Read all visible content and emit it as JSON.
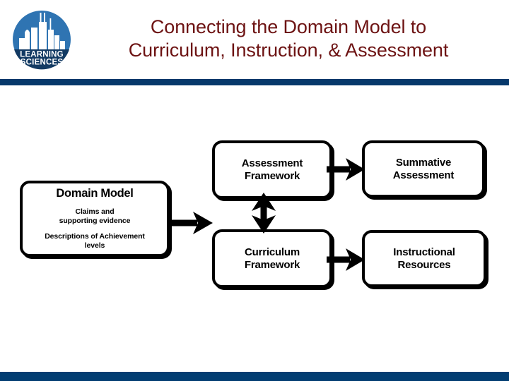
{
  "slide": {
    "title_lines": [
      "Connecting the Domain Model to",
      "Curriculum, Instruction, & Assessment"
    ],
    "title_color": "#6d1313",
    "rule_color": "#06386b",
    "footer_color": "#023d72",
    "background": "#ffffff"
  },
  "logo": {
    "name": "learning-sciences-logo",
    "line1": "LEARNING",
    "line2": "SCIENCES",
    "skyline_color": "#2b6fae",
    "band_color": "#0f3963",
    "text_color": "#ffffff"
  },
  "diagram": {
    "type": "flowchart",
    "nodes": [
      {
        "id": "domain-model",
        "title": "Domain Model",
        "lines": [
          "Claims and",
          "supporting evidence",
          "Descriptions of Achievement",
          "levels"
        ]
      },
      {
        "id": "assessment-framework",
        "title_line1": "Assessment",
        "title_line2": "Framework"
      },
      {
        "id": "curriculum-framework",
        "title_line1": "Curriculum",
        "title_line2": "Framework"
      },
      {
        "id": "summative-assessment",
        "title_line1": "Summative",
        "title_line2": "Assessment"
      },
      {
        "id": "instructional-resources",
        "title_line1": "Instructional",
        "title_line2": "Resources"
      }
    ],
    "edges": [
      {
        "id": "domain-model-to-frameworks",
        "from": "domain-model",
        "to": "assessment-framework",
        "direction": "right"
      },
      {
        "id": "assessment-to-summative",
        "from": "assessment-framework",
        "to": "summative-assessment",
        "direction": "right"
      },
      {
        "id": "curriculum-to-instructional",
        "from": "curriculum-framework",
        "to": "instructional-resources",
        "direction": "right"
      },
      {
        "id": "assessment-curriculum-link",
        "from": "assessment-framework",
        "to": "curriculum-framework",
        "direction": "both"
      }
    ],
    "node_border_color": "#000000",
    "node_fill": "#ffffff",
    "arrow_color": "#000000"
  }
}
